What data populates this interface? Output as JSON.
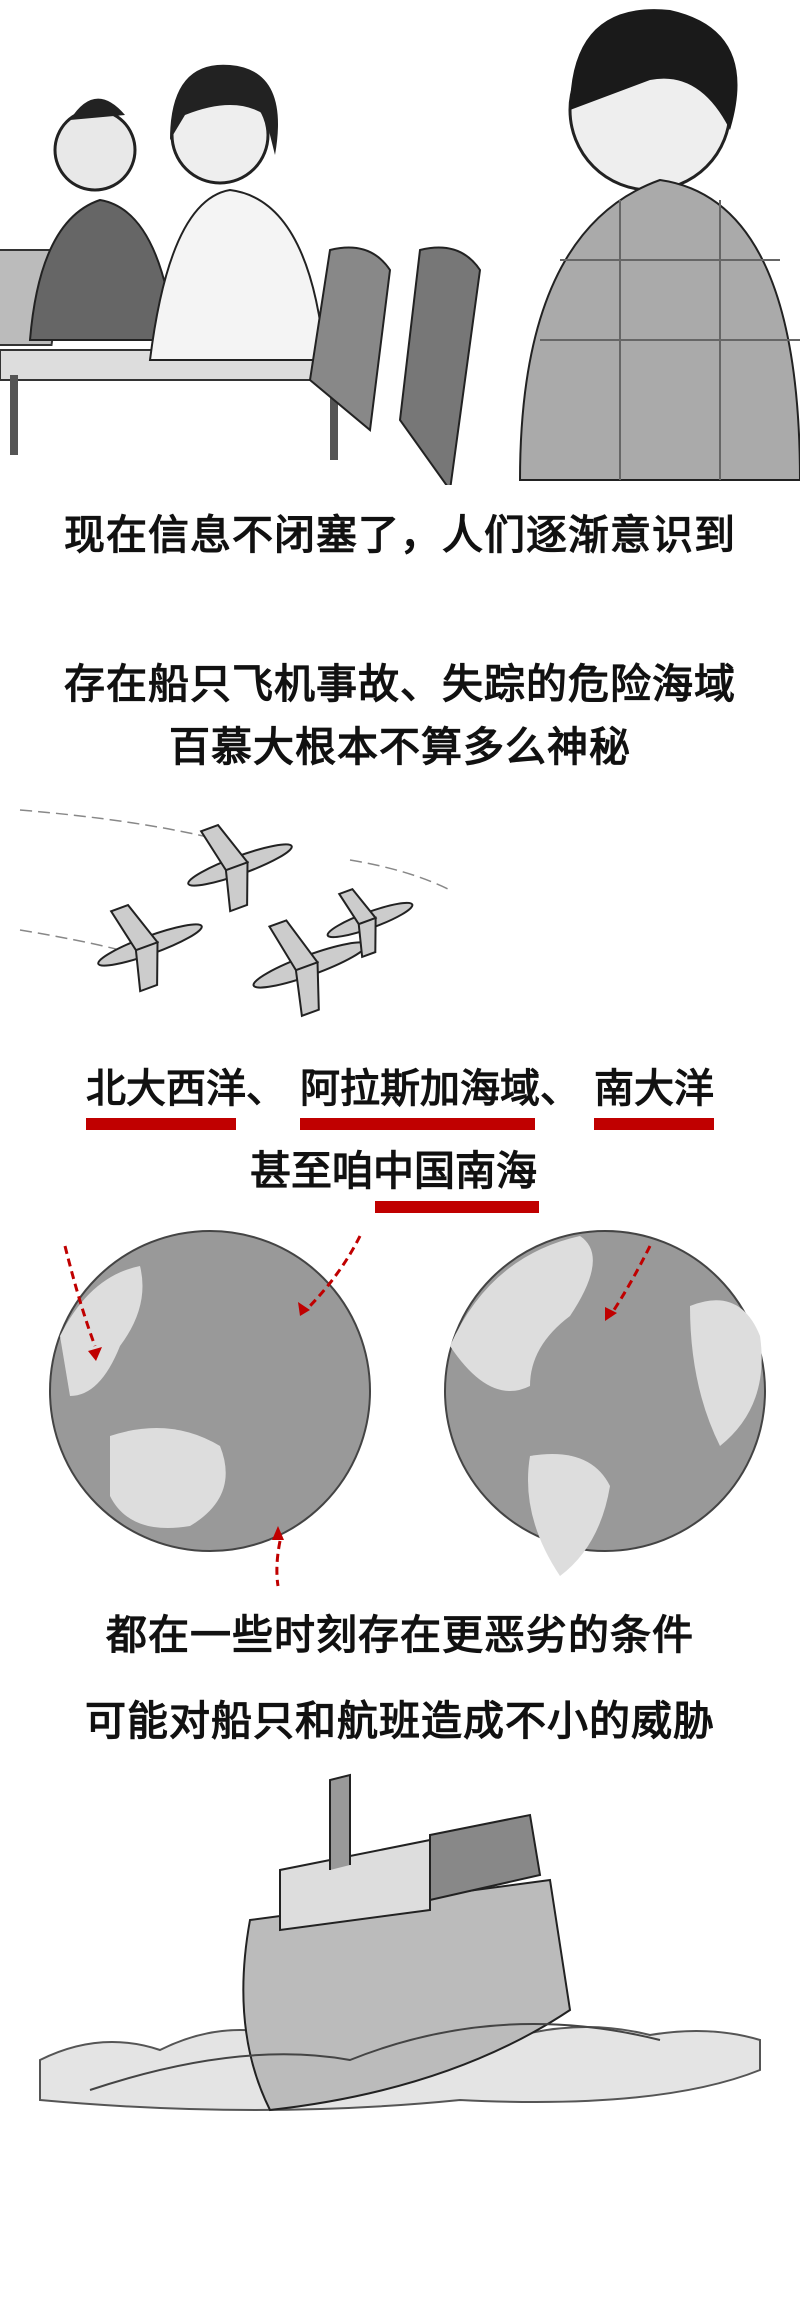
{
  "panel1": {
    "text": "现在信息不闭塞了，人们逐渐意识到"
  },
  "panel2": {
    "line1": "存在船只飞机事故、失踪的危险海域",
    "line2": "百慕大根本不算多么神秘"
  },
  "panel3": {
    "regions": [
      "北大西洋、",
      "阿拉斯加海域、",
      "南大洋"
    ],
    "line2_prefix": "甚至咱",
    "line2_highlight": "中国南海",
    "accent_color": "#c00000"
  },
  "panel4": {
    "line1": "都在一些时刻存在更恶劣的条件",
    "line2": "可能对船只和航班造成不小的威胁"
  }
}
